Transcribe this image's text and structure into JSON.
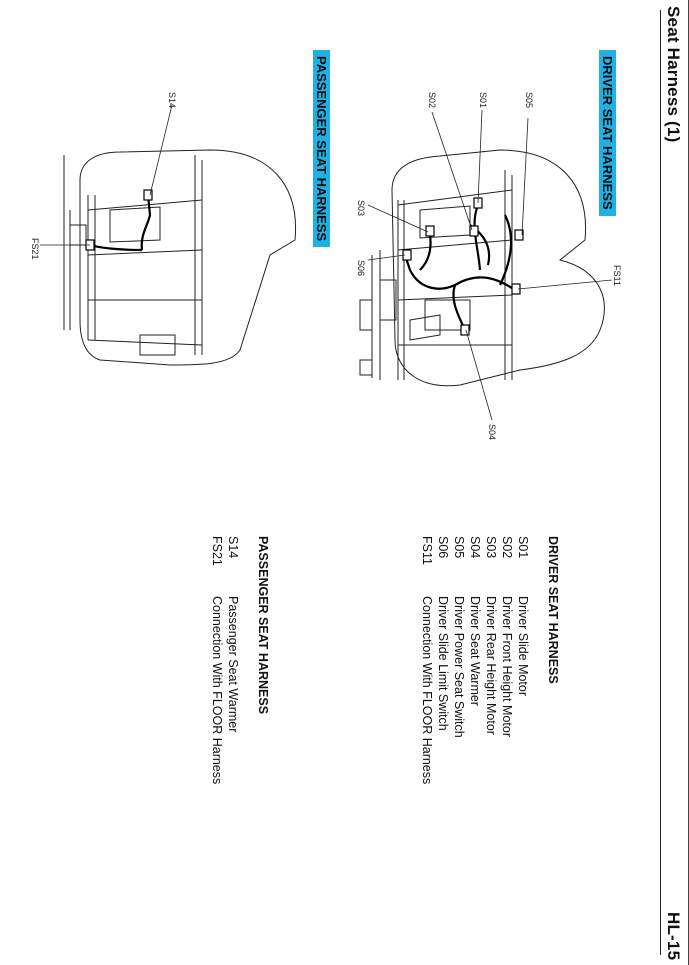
{
  "page": {
    "title": "Seat Harness (1)",
    "page_number": "HL-15"
  },
  "driver": {
    "banner": "DRIVER SEAT HARNESS",
    "legend_title": "DRIVER SEAT HARNESS",
    "callouts": [
      "S05",
      "S01",
      "S02",
      "S03",
      "S06",
      "S04",
      "FS11"
    ],
    "items": [
      {
        "code": "S01",
        "desc": "Driver Slide Motor"
      },
      {
        "code": "S02",
        "desc": "Driver Front Height Motor"
      },
      {
        "code": "S03",
        "desc": "Driver Rear Height Motor"
      },
      {
        "code": "S04",
        "desc": "Driver Seat Warmer"
      },
      {
        "code": "S05",
        "desc": "Driver Power Seat Switch"
      },
      {
        "code": "S06",
        "desc": "Driver Slide Limit Switch"
      },
      {
        "code": "FS11",
        "desc": "Connection With FLOOR Harness"
      }
    ]
  },
  "passenger": {
    "banner": "PASSENGER SEAT HARNESS",
    "legend_title": "PASSENGER SEAT HARNESS",
    "callouts": [
      "S14",
      "FS21"
    ],
    "items": [
      {
        "code": "S14",
        "desc": "Passenger Seat Warmer"
      },
      {
        "code": "FS21",
        "desc": "Connection With FLOOR Harness"
      }
    ]
  }
}
